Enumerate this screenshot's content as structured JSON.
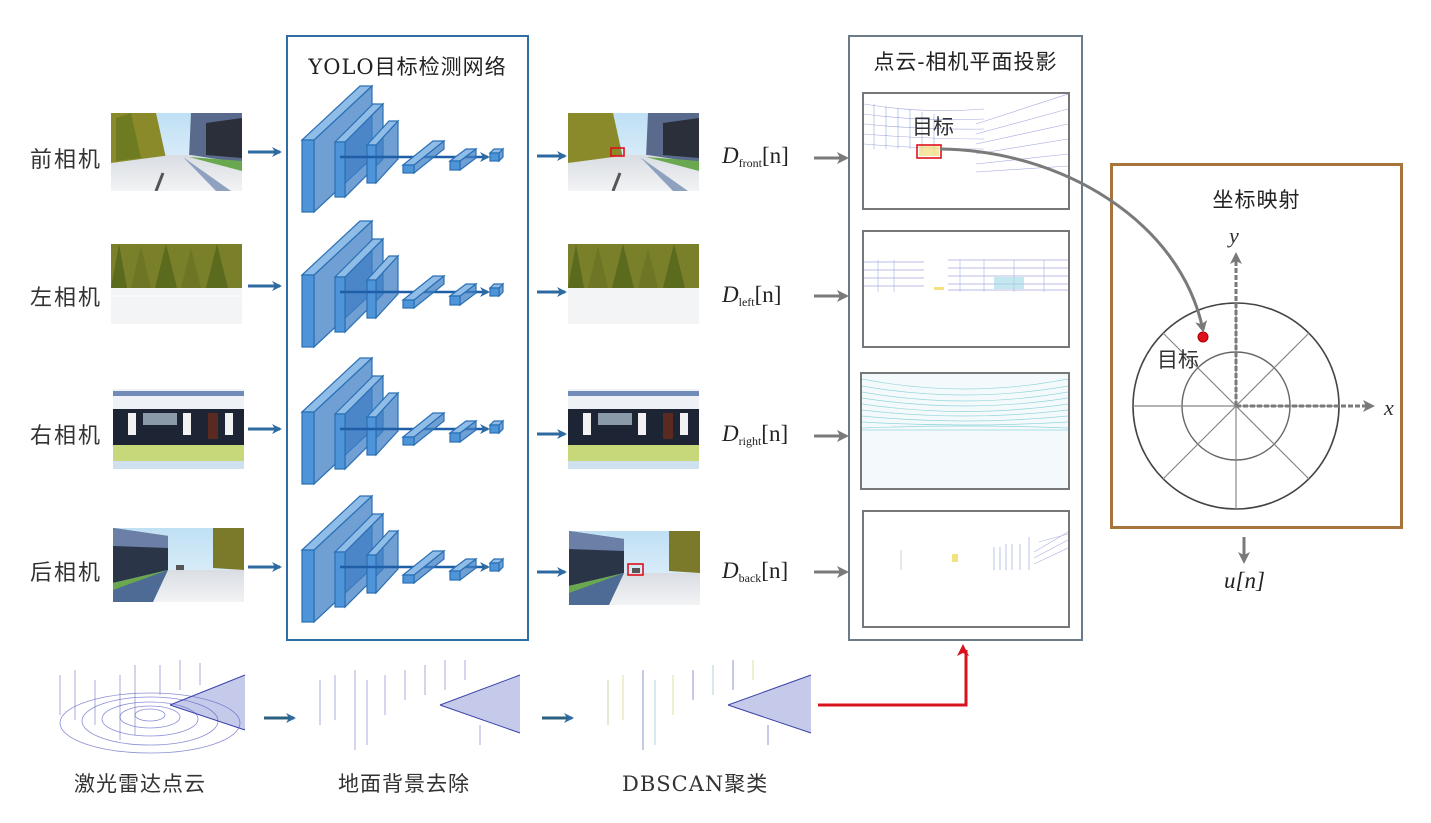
{
  "title": "多相机与激光雷达目标检测与坐标映射流程",
  "cameras": [
    {
      "label": "前相机",
      "view": "front",
      "d_base": "D",
      "d_sub": "front",
      "d_suffix": "[n]",
      "has_detection": true
    },
    {
      "label": "左相机",
      "view": "left",
      "d_base": "D",
      "d_sub": "left",
      "d_suffix": "[n]",
      "has_detection": false
    },
    {
      "label": "右相机",
      "view": "right",
      "d_base": "D",
      "d_sub": "right",
      "d_suffix": "[n]",
      "has_detection": false
    },
    {
      "label": "后相机",
      "view": "back",
      "d_base": "D",
      "d_sub": "back",
      "d_suffix": "[n]",
      "has_detection": true
    }
  ],
  "yolo": {
    "title": "YOLO目标检测网络"
  },
  "projection": {
    "title": "点云-相机平面投影",
    "target_label": "目标"
  },
  "mapping": {
    "title": "坐标映射",
    "target_label": "目标",
    "x_axis": "x",
    "y_axis": "y",
    "output_label": "u[n]"
  },
  "lidar_pipeline": [
    {
      "label": "激光雷达点云"
    },
    {
      "label": "地面背景去除"
    },
    {
      "label": "DBSCAN聚类"
    }
  ],
  "colors": {
    "yolo_border": "#2f6ea5",
    "blue_arrow": "#2c6aa0",
    "gray_arrow": "#7a7a7a",
    "red_arrow": "#d8121e",
    "map_border": "#a9743c",
    "detection_box": "#e0101c"
  }
}
